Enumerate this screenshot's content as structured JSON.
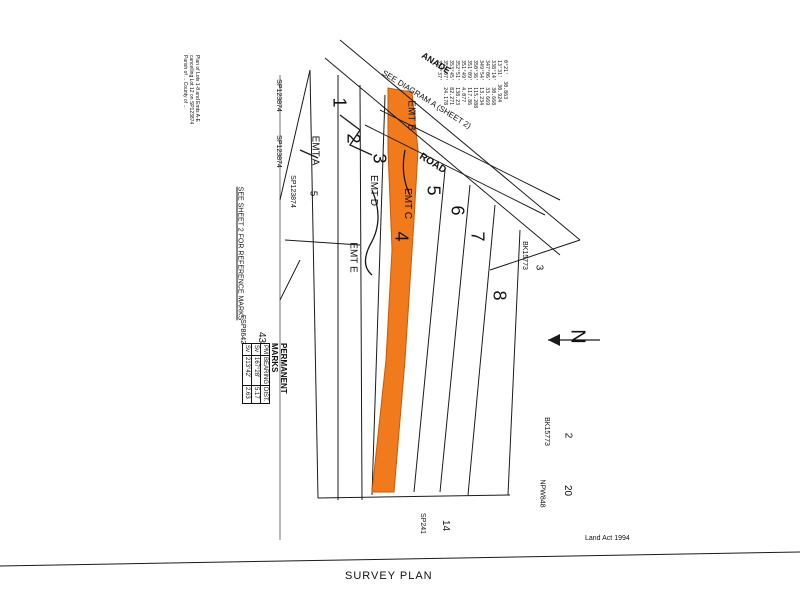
{
  "plan": {
    "title": "SURVEY PLAN",
    "act": "Land Act 1994",
    "see_sheet": "SEE SHEET 2 FOR REFERENCE MARKS",
    "see_diagram": "SEE DIAGRAM A (SHEET 2)",
    "road_label": "ROAD",
    "top_road_label": "ANADE",
    "north": "N"
  },
  "lots": [
    {
      "id": "1",
      "label": "1",
      "highlighted": false
    },
    {
      "id": "2",
      "label": "2",
      "highlighted": false
    },
    {
      "id": "3",
      "label": "3",
      "highlighted": false
    },
    {
      "id": "4",
      "label": "4",
      "highlighted": true
    },
    {
      "id": "5",
      "label": "5",
      "highlighted": false
    },
    {
      "id": "6",
      "label": "6",
      "highlighted": false
    },
    {
      "id": "7",
      "label": "7",
      "highlighted": false
    },
    {
      "id": "8",
      "label": "8",
      "highlighted": false
    }
  ],
  "easements": [
    "EMT A",
    "EMT B",
    "EMT C",
    "EMT D",
    "EMT E"
  ],
  "adjoining": [
    {
      "label": "5",
      "sub": "SP123874"
    },
    {
      "label": "3",
      "sub": "BK15773"
    },
    {
      "label": "2",
      "sub": "BK15773"
    },
    {
      "label": "20",
      "sub": "NPW848"
    },
    {
      "label": "14",
      "sub": "SP241"
    },
    {
      "label": "43",
      "sub": "FSP8642"
    }
  ],
  "plan_refs": [
    "SP123874",
    "SP123874"
  ],
  "permanent_marks": {
    "title": "PERMANENT MARKS",
    "headers": [
      "PM",
      "BEARING",
      "DIST"
    ],
    "rows": [
      [
        "PM",
        "BEARING",
        "DIST."
      ],
      [
        "Sv",
        "167°28'",
        "5.17"
      ],
      [
        "Sv",
        "213°42'",
        "2.63"
      ]
    ]
  },
  "bearings": [
    "0°21'",
    "13°31'",
    "338°14'",
    "347°06'",
    "349°54'",
    "350°36'",
    "351°09'",
    "351°49'",
    "352°51'",
    "353°45'",
    "355°07'",
    "357°37'"
  ],
  "distances": [
    "30.863",
    "30.924",
    "30.668",
    "33.669",
    "13.234",
    "115.288",
    "117.86",
    "4.077",
    "138.23",
    "82.271",
    "24.178"
  ],
  "notes": [
    "Plan of Lots 1-8 and Emts A-E",
    "cancelling Lot 12 on SP123874",
    "Parish of ... County of ..."
  ],
  "colors": {
    "highlight": "#f07a1c",
    "line": "#1a1a1a",
    "highlight_border": "#c85a0a"
  }
}
